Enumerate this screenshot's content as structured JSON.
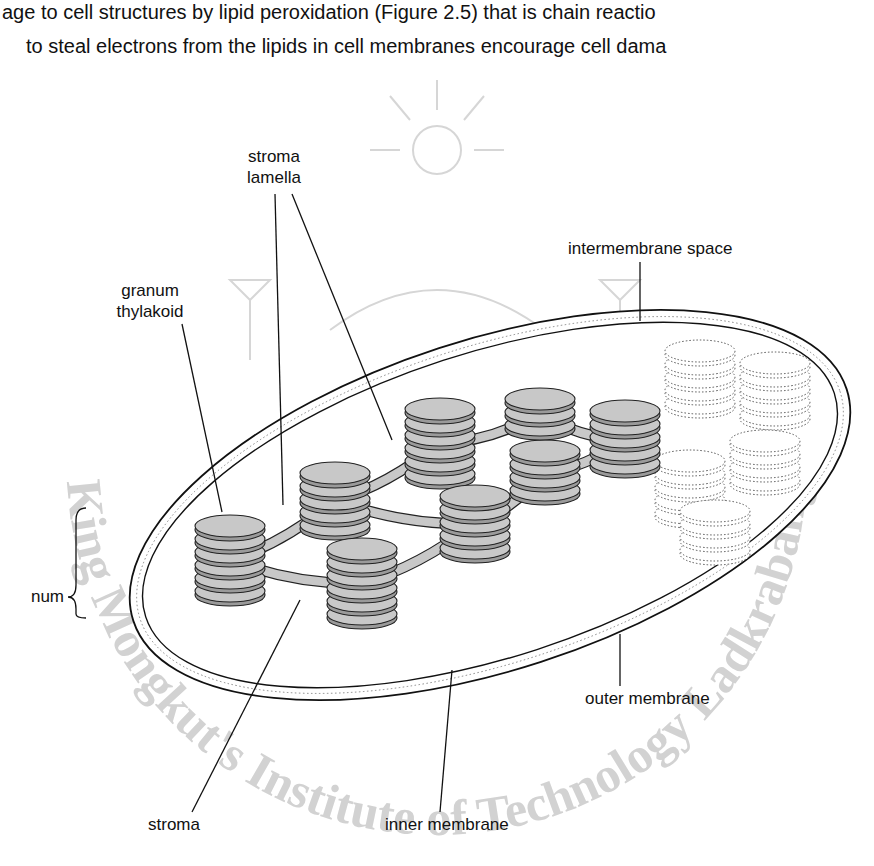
{
  "diagram": {
    "labels": [
      "age to cell structures by lipid peroxidation (Figure 2.5) that is chain reactio",
      "to steal electrons from the lipids in cell membranes encourage cell dama",
      "King Mongkut's Institute of Technology Ladkrabang",
      "intermembrane space",
      "stroma lamella",
      "granum thylakoid",
      "num",
      "outer membrane",
      "stroma",
      "inner membrane"
    ]
  }
}
